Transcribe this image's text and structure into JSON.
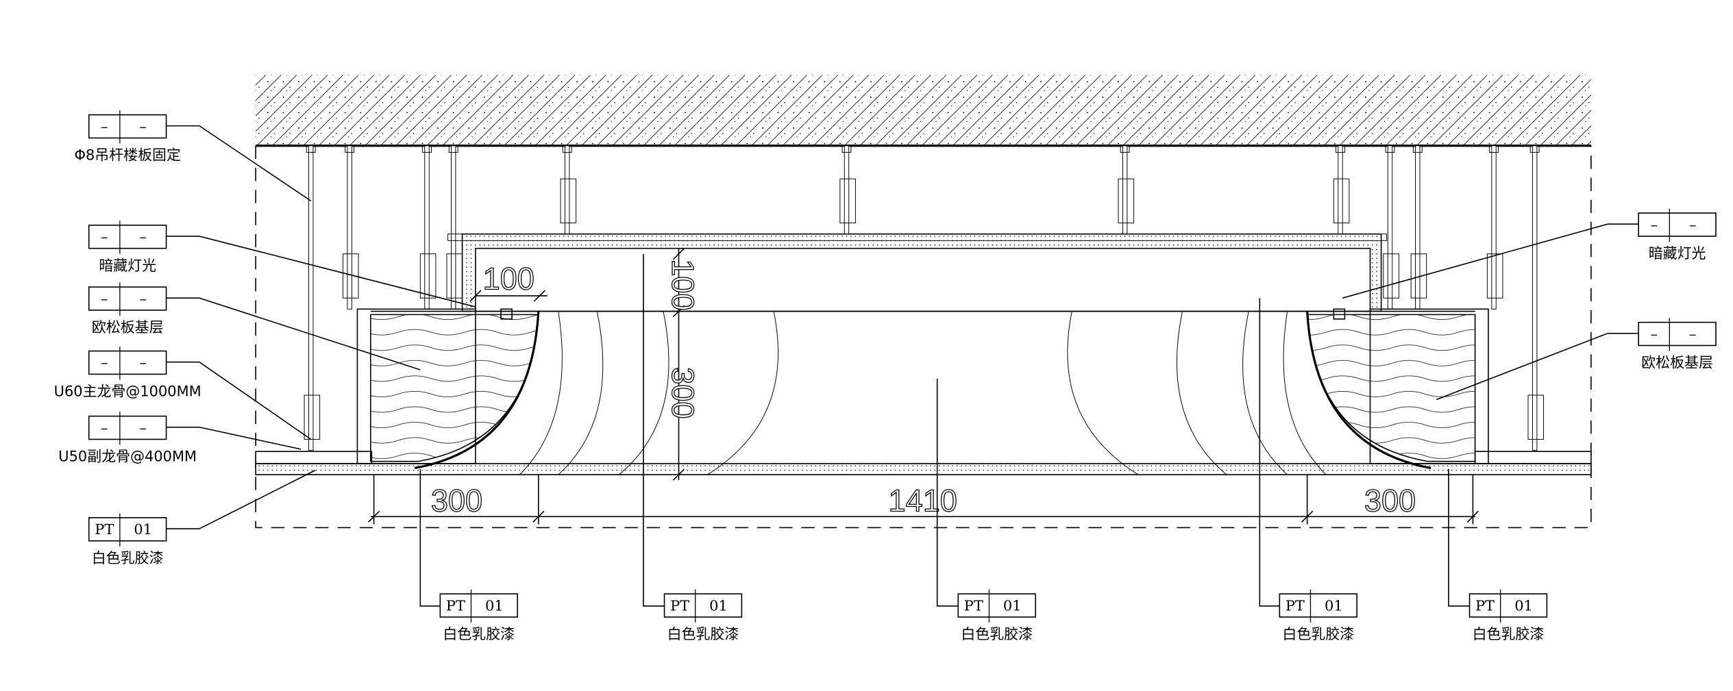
{
  "title": "吊顶剖面节点图",
  "left_labels": [
    {
      "code": "–",
      "num": "–",
      "text": "Φ8吊杆楼板固定"
    },
    {
      "code": "–",
      "num": "–",
      "text": "暗藏灯光"
    },
    {
      "code": "–",
      "num": "–",
      "text": "欧松板基层"
    },
    {
      "code": "–",
      "num": "–",
      "text": "U60主龙骨@1000MM"
    },
    {
      "code": "–",
      "num": "–",
      "text": "U50副龙骨@400MM"
    },
    {
      "code": "PT",
      "num": "01",
      "text": "白色乳胶漆"
    }
  ],
  "right_labels": [
    {
      "code": "–",
      "num": "–",
      "text": "暗藏灯光"
    },
    {
      "code": "–",
      "num": "–",
      "text": "欧松板基层"
    }
  ],
  "bottom_labels": [
    {
      "code": "PT",
      "num": "01",
      "text": "白色乳胶漆"
    },
    {
      "code": "PT",
      "num": "01",
      "text": "白色乳胶漆"
    },
    {
      "code": "PT",
      "num": "01",
      "text": "白色乳胶漆"
    },
    {
      "code": "PT",
      "num": "01",
      "text": "白色乳胶漆"
    },
    {
      "code": "PT",
      "num": "01",
      "text": "白色乳胶漆"
    }
  ],
  "dimensions": {
    "left_width": "300",
    "center_width": "1410",
    "right_width": "300",
    "lamp_gap": "100",
    "box_height": "100",
    "drop_height": "300"
  }
}
